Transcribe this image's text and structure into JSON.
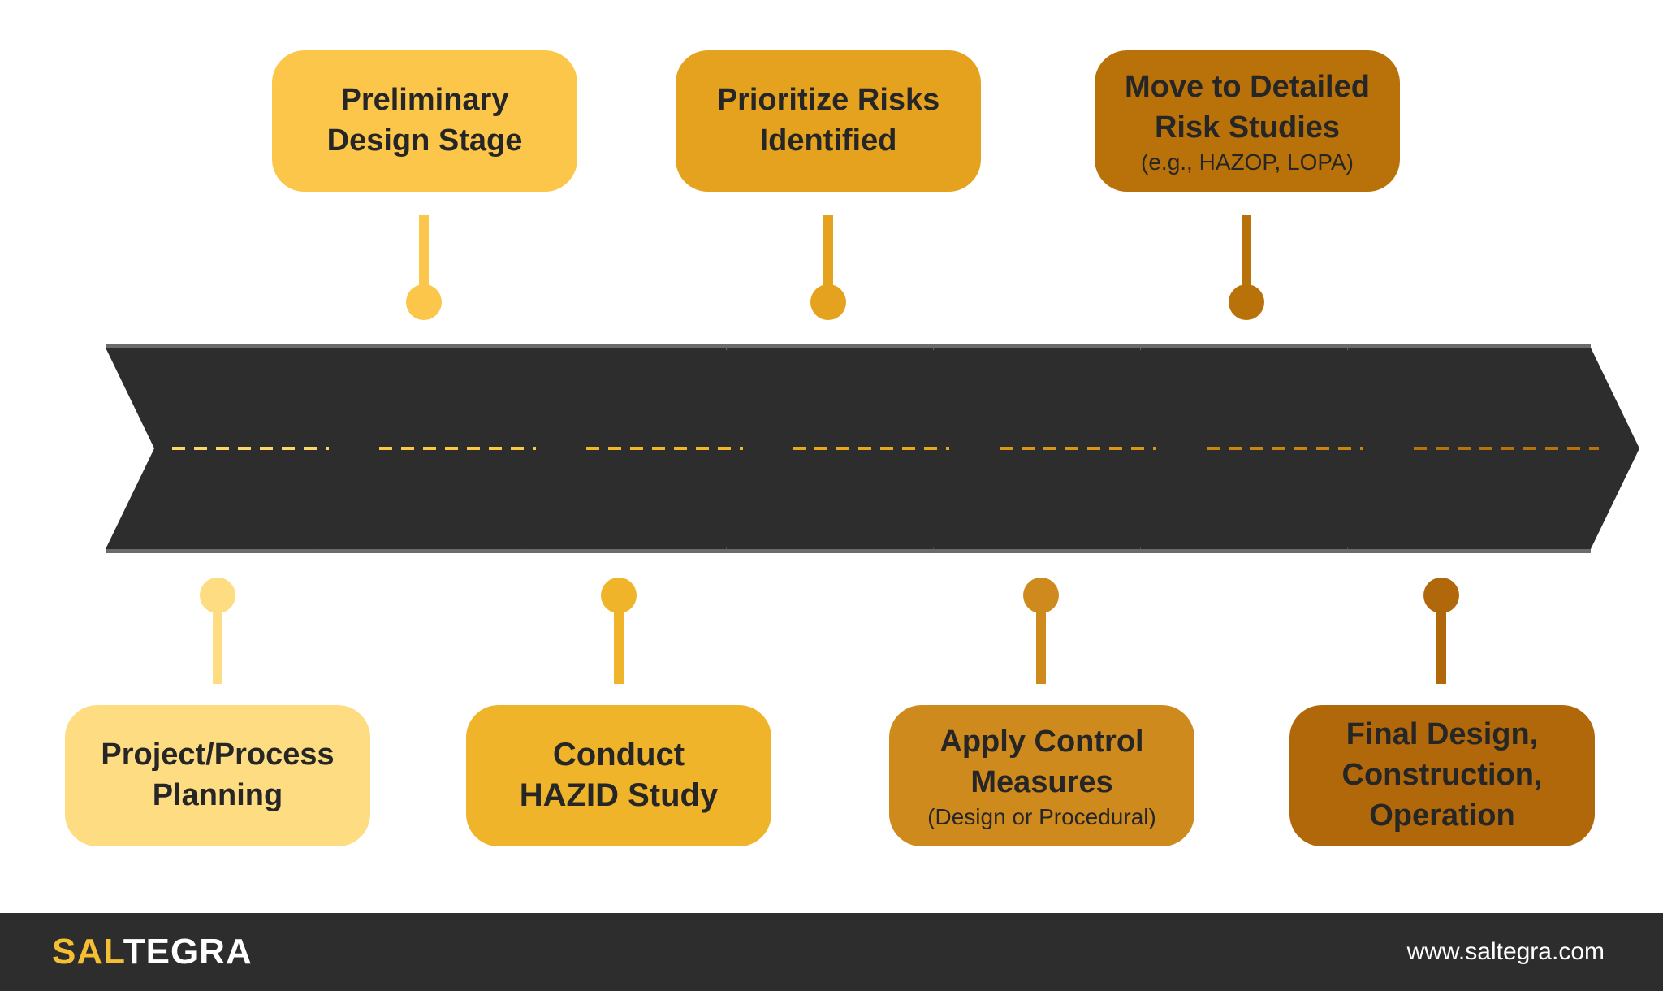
{
  "colors": {
    "chevron": "#2d2d2d",
    "edge": "#6b6b6b",
    "dash": [
      "#fcd56b",
      "#fbc846",
      "#f1b526",
      "#e7a81c",
      "#d9951a",
      "#ca8414",
      "#b8720c"
    ]
  },
  "steps": [
    {
      "title": "Project/Process\nPlanning",
      "subtitle": "",
      "color": "#fedc82",
      "position": "below"
    },
    {
      "title": "Preliminary\nDesign Stage",
      "subtitle": "",
      "color": "#fcc64a",
      "position": "above"
    },
    {
      "title": "Conduct\nHAZID Study",
      "subtitle": "",
      "color": "#efb429",
      "position": "below"
    },
    {
      "title": "Prioritize Risks\nIdentified",
      "subtitle": "",
      "color": "#e4a21e",
      "position": "above"
    },
    {
      "title": "Apply Control\nMeasures",
      "subtitle": "(Design or Procedural)",
      "color": "#cf8a1d",
      "position": "below"
    },
    {
      "title": "Move to Detailed\nRisk Studies",
      "subtitle": "(e.g., HAZOP, LOPA)",
      "color": "#b9720a",
      "position": "above"
    },
    {
      "title": "Final Design,\nConstruction,\nOperation",
      "subtitle": "",
      "color": "#b1680a",
      "position": "below"
    }
  ],
  "footer": {
    "logo_accent": "SAL",
    "logo_rest": "TEGRA",
    "website": "www.saltegra.com"
  }
}
